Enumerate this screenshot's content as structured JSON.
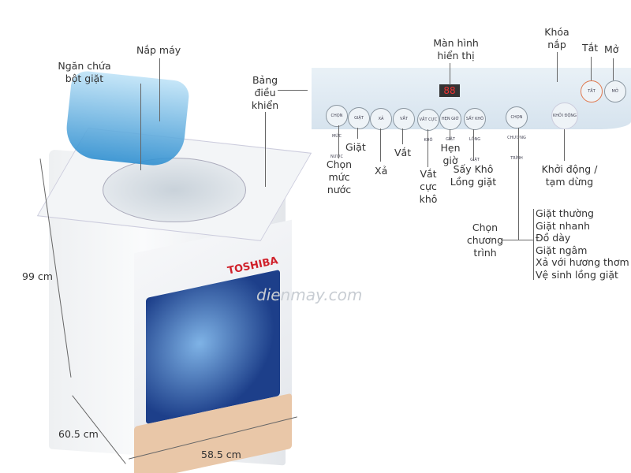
{
  "machine": {
    "brand": "TOSHIBA",
    "watermark": "dienmay.com",
    "lid_color": "#2f8fd0"
  },
  "dimensions": {
    "height": "99 cm",
    "depth": "60.5 cm",
    "width": "58.5 cm"
  },
  "callouts": {
    "detergent": "Ngăn chứa bột giặt",
    "lid": "Nắp máy",
    "control_panel": "Bảng điều khiển",
    "display": "Màn hình hiển thị",
    "lid_lock": "Khóa nắp",
    "off": "Tắt",
    "on": "Mở",
    "water_level": "Chọn mức nước",
    "wash": "Giặt",
    "rinse": "Xả",
    "spin": "Vắt",
    "extra_spin": "Vắt cực khô",
    "timer": "Hẹn giờ",
    "tub_dry": "Sấy Khô Lồng giặt",
    "start_pause": "Khởi động / tạm dừng",
    "program": "Chọn chương trình"
  },
  "programs": [
    "Giặt thường",
    "Giặt nhanh",
    "Đồ dày",
    "Giặt ngâm",
    "Xả với hương thơm",
    "Vệ sinh lồng giặt"
  ],
  "panel_buttons": {
    "water": "CHỌN MỨC NƯỚC",
    "wash": "GIẶT",
    "rinse": "XẢ",
    "spin": "VẮT",
    "extra": "VẮT CỰC KHÔ",
    "timer": "HẸN GIỜ GIẶT",
    "dry": "SẤY KHÔ LỒNG GIẶT",
    "program": "CHỌN CHƯƠNG TRÌNH",
    "start": "KHỞI ĐỘNG",
    "off": "TẮT",
    "on": "MỞ",
    "display": "88"
  }
}
